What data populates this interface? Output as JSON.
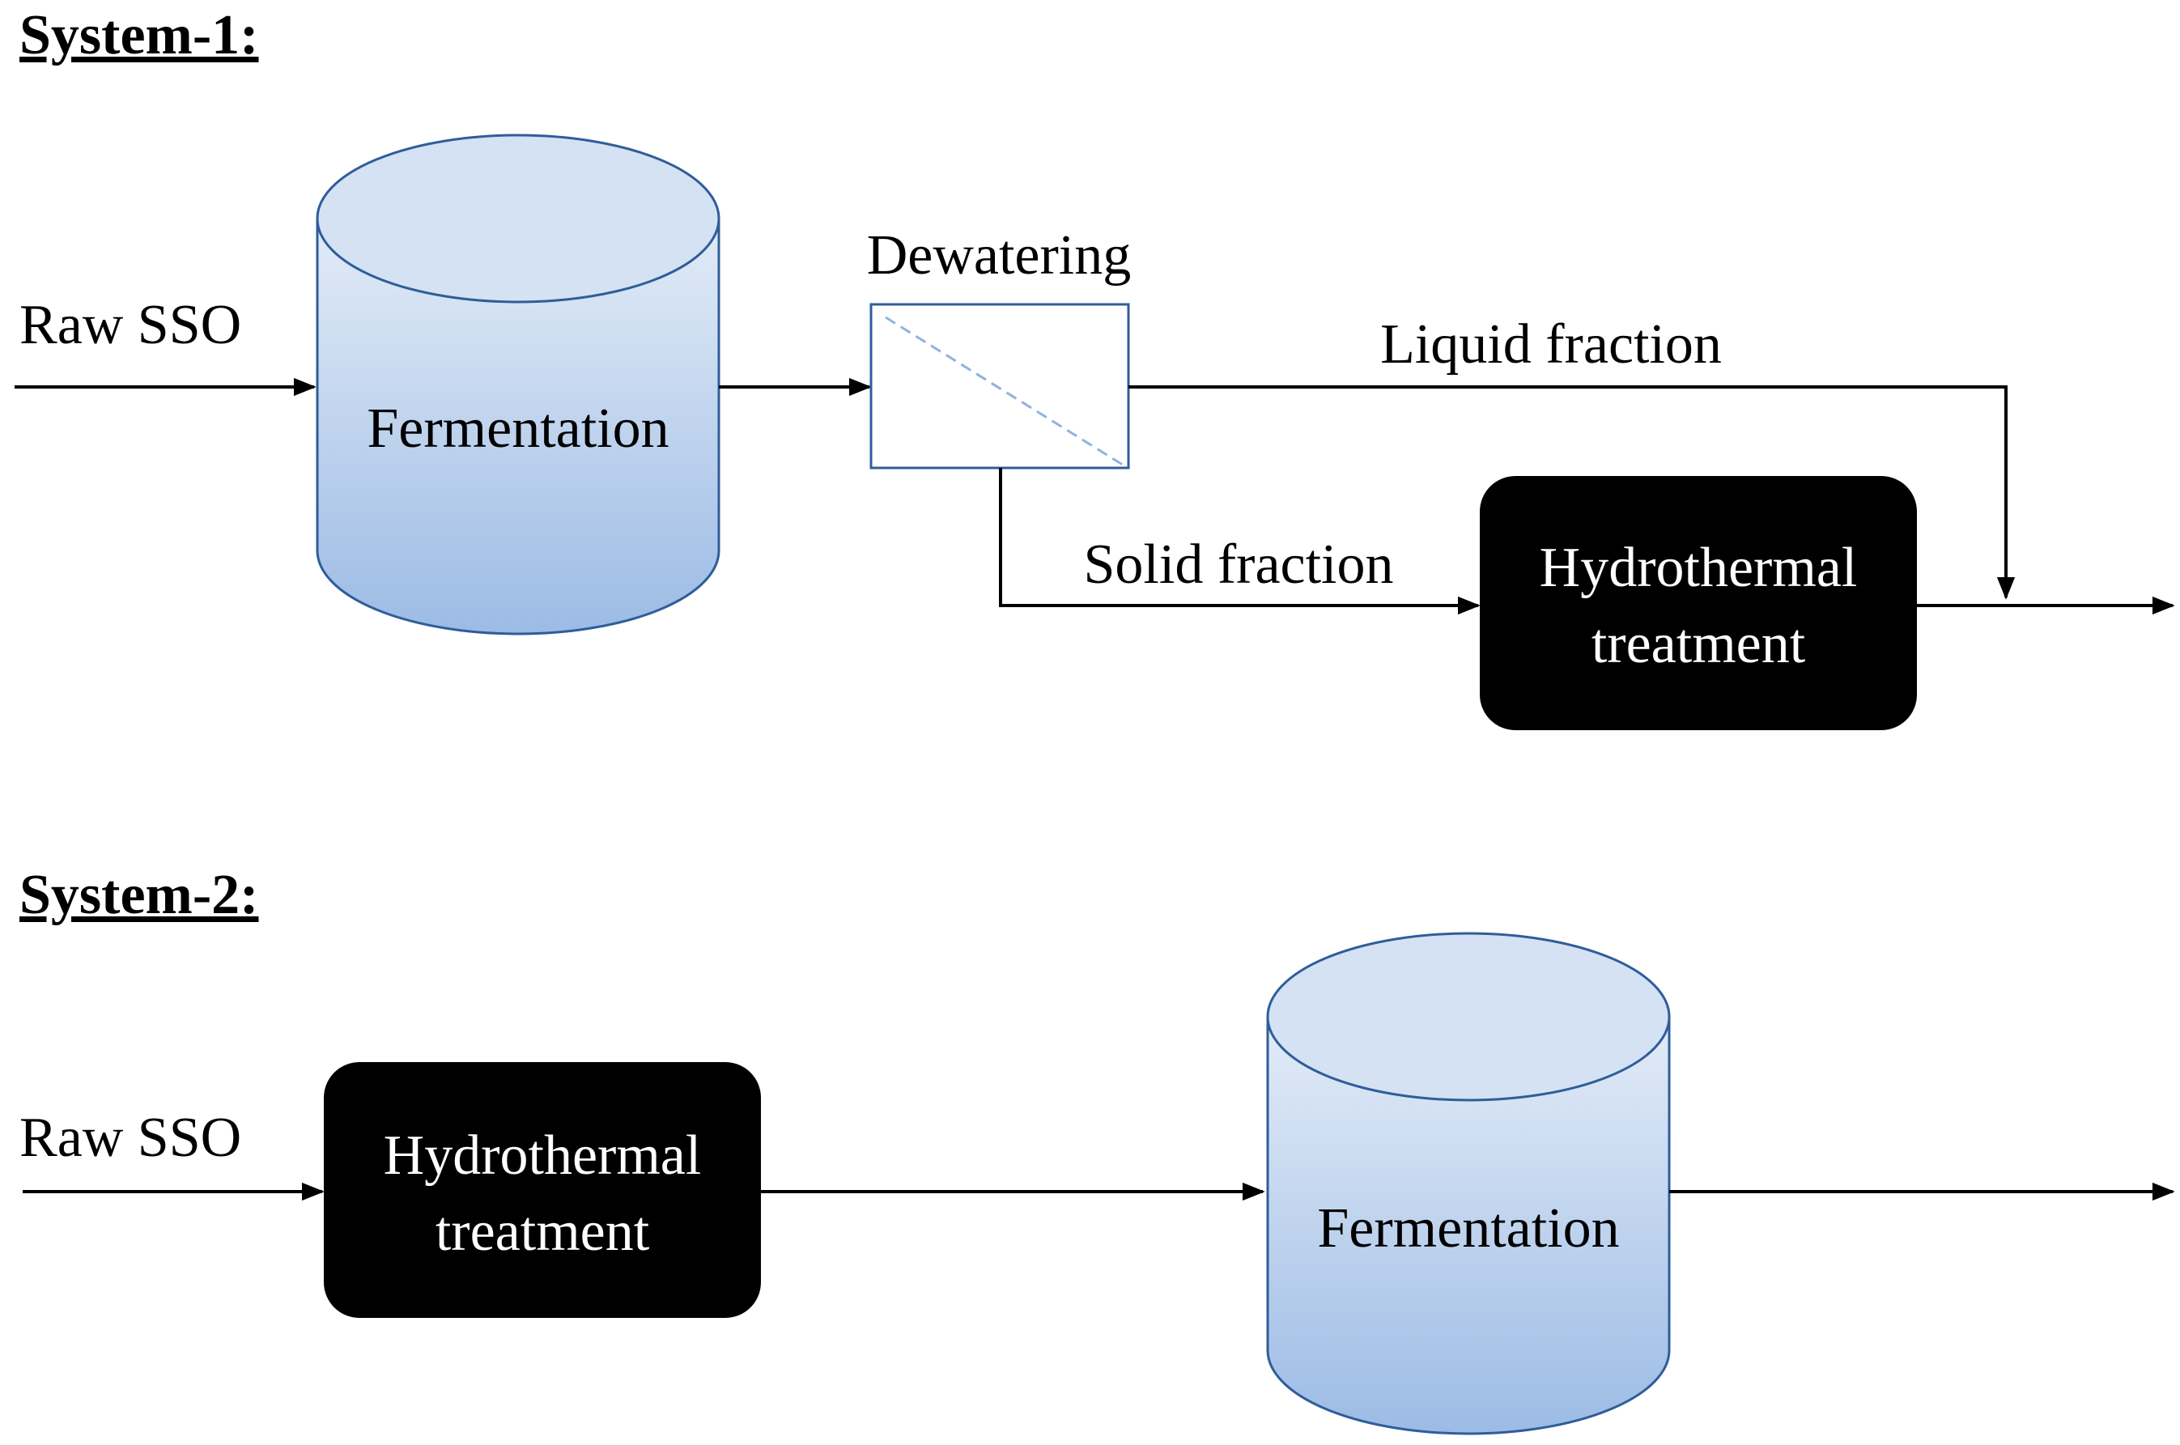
{
  "system1": {
    "title": "System-1:",
    "input_label": "Raw SSO",
    "fermentation_label": "Fermentation",
    "dewatering_label": "Dewatering",
    "liquid_label": "Liquid fraction",
    "solid_label": "Solid fraction",
    "hydro_line1": "Hydrothermal",
    "hydro_line2": "treatment"
  },
  "system2": {
    "title": "System-2:",
    "input_label": "Raw SSO",
    "hydro_line1": "Hydrothermal",
    "hydro_line2": "treatment",
    "fermentation_label": "Fermentation"
  },
  "colors": {
    "cylinder_top": "#dbe6f4",
    "cylinder_bottom": "#a4c0e6",
    "cylinder_stroke": "#2f5d9a",
    "process_box": "#000000",
    "dewatering_stroke": "#2f5d9a",
    "dewatering_dash": "#8fb2e0"
  }
}
